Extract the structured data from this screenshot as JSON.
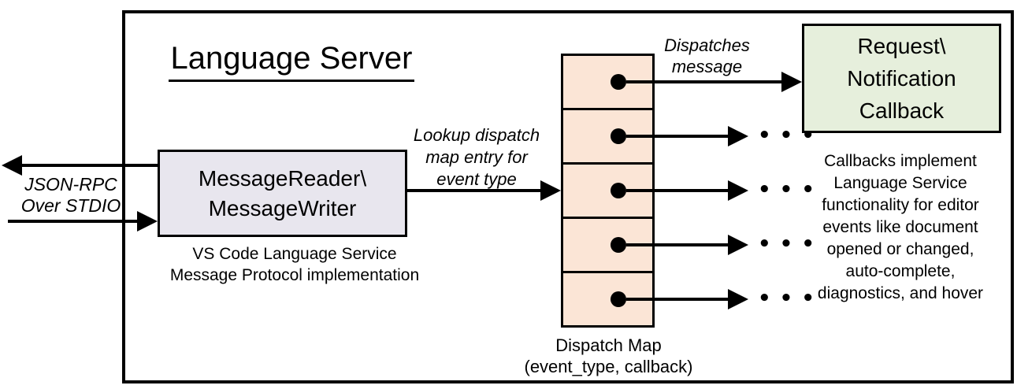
{
  "colors": {
    "outline": "#000000",
    "reader_box_fill": "#e8e6ee",
    "dispatch_cell_fill": "#fbe5d6",
    "callback_box_fill": "#e6efdc"
  },
  "diagram": {
    "title": "Language Server",
    "stdio_label": {
      "line1": "JSON-RPC",
      "line2": "Over STDIO"
    },
    "reader_box": {
      "line1": "MessageReader\\",
      "line2": "MessageWriter"
    },
    "reader_caption": {
      "line1": "VS Code Language Service",
      "line2": "Message Protocol implementation"
    },
    "lookup_label": {
      "line1": "Lookup dispatch",
      "line2": "map entry for",
      "line3": "event type"
    },
    "dispatches_label": {
      "line1": "Dispatches",
      "line2": "message"
    },
    "dispatch_map": {
      "rows": 5,
      "caption_line1": "Dispatch Map",
      "caption_line2": "(event_type, callback)"
    },
    "callback_box": {
      "line1": "Request\\",
      "line2": "Notification",
      "line3": "Callback"
    },
    "callbacks_note": {
      "lines": [
        "Callbacks implement",
        "Language Service",
        "functionality for editor",
        "events like document",
        "opened or changed,",
        "auto-complete,",
        "diagnostics, and hover"
      ]
    }
  },
  "icons": {
    "ellipsis": "• • •"
  }
}
